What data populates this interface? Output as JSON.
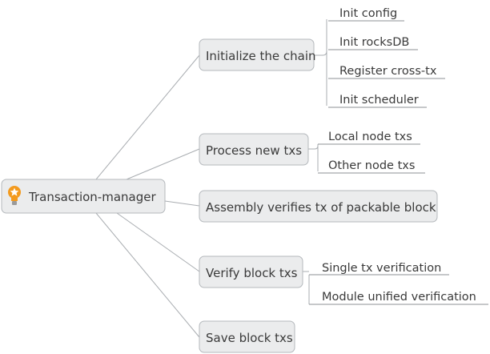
{
  "root": {
    "label": "Transaction-manager",
    "icon": "lightbulb-icon",
    "icon_color": "#f39a1e"
  },
  "branches": [
    {
      "label": "Initialize the chain",
      "children": [
        "Init config",
        "Init rocksDB",
        "Register cross-tx",
        "Init scheduler"
      ]
    },
    {
      "label": "Process new txs",
      "children": [
        "Local node txs",
        "Other node txs"
      ]
    },
    {
      "label": "Assembly verifies tx of packable block",
      "children": []
    },
    {
      "label": "Verify block txs",
      "children": [
        "Single tx verification",
        "Module unified verification"
      ]
    },
    {
      "label": "Save block txs",
      "children": []
    }
  ],
  "colors": {
    "node_fill": "#ebeced",
    "node_border": "#b4b8bc",
    "connector": "#a9adb1",
    "text": "#3a3a3a"
  }
}
